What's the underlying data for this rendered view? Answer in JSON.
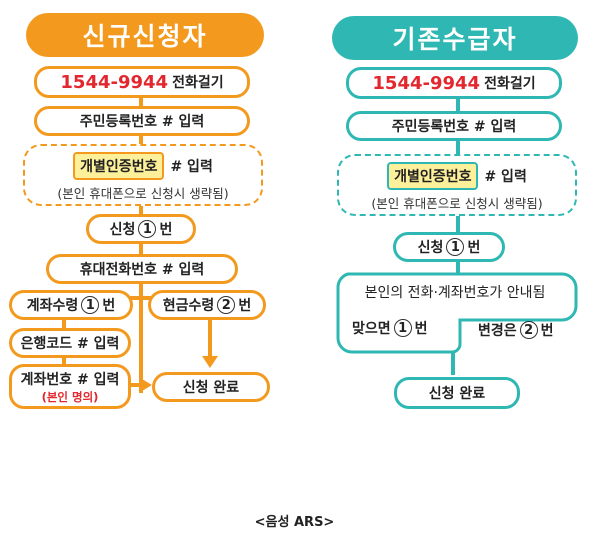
{
  "new_applicant": {
    "title": "신규신청자",
    "call_number": "1544-9944",
    "call_label": "전화걸기",
    "enter_resident_id": "주민등록번호 # 입력",
    "personal_cert_label": "개별인증번호",
    "personal_cert_suffix": "# 입력",
    "personal_cert_note": "(본인 휴대폰으로 신청시 생략됨)",
    "apply_prefix": "신청",
    "apply_num": "1",
    "apply_suffix": "번",
    "enter_mobile": "휴대전화번호 # 입력",
    "account_prefix": "계좌수령",
    "account_num": "1",
    "account_suffix": "번",
    "cash_prefix": "현금수령",
    "cash_num": "2",
    "cash_suffix": "번",
    "bank_code": "은행코드 # 입력",
    "account_number": "계좌번호 # 입력",
    "own_name": "(본인 명의)",
    "complete": "신청 완료"
  },
  "existing_recipient": {
    "title": "기존수급자",
    "call_number": "1544-9944",
    "call_label": "전화걸기",
    "enter_resident_id": "주민등록번호 # 입력",
    "personal_cert_label": "개별인증번호",
    "personal_cert_suffix": "# 입력",
    "personal_cert_note": "(본인 휴대폰으로 신청시 생략됨)",
    "apply_prefix": "신청",
    "apply_num": "1",
    "apply_suffix": "번",
    "guidance": "본인의 전화·계좌번호가 안내됨",
    "correct_prefix": "맞으면",
    "correct_num": "1",
    "correct_suffix": "번",
    "change_prefix": "변경은",
    "change_num": "2",
    "change_suffix": "번",
    "complete": "신청 완료"
  },
  "caption": "<음성 ARS>",
  "colors": {
    "orange": "#f39a1e",
    "teal": "#2fb8b3",
    "red": "#e2272e",
    "highlight": "#fdf09a"
  }
}
